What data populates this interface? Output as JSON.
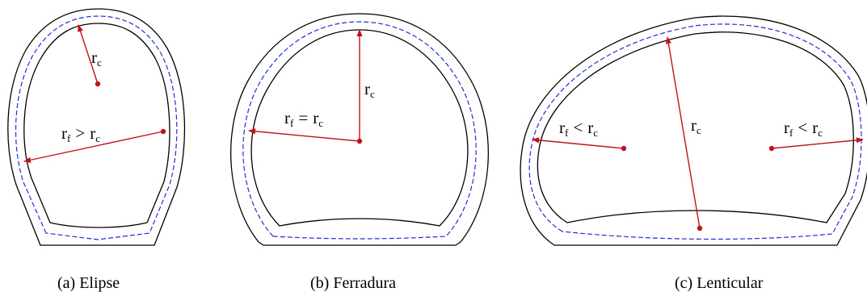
{
  "captions": {
    "a": "(a) Elipse",
    "b": "(b) Ferradura",
    "c": "(c) Lenticular"
  },
  "labels": {
    "r": "r",
    "sub_c": "c",
    "sub_f": "f",
    "gt": ">",
    "eq": "=",
    "lt": "<"
  },
  "colors": {
    "arrow": "#c0121a",
    "dashed_line": "#1f2fd6",
    "outline": "#000000"
  }
}
